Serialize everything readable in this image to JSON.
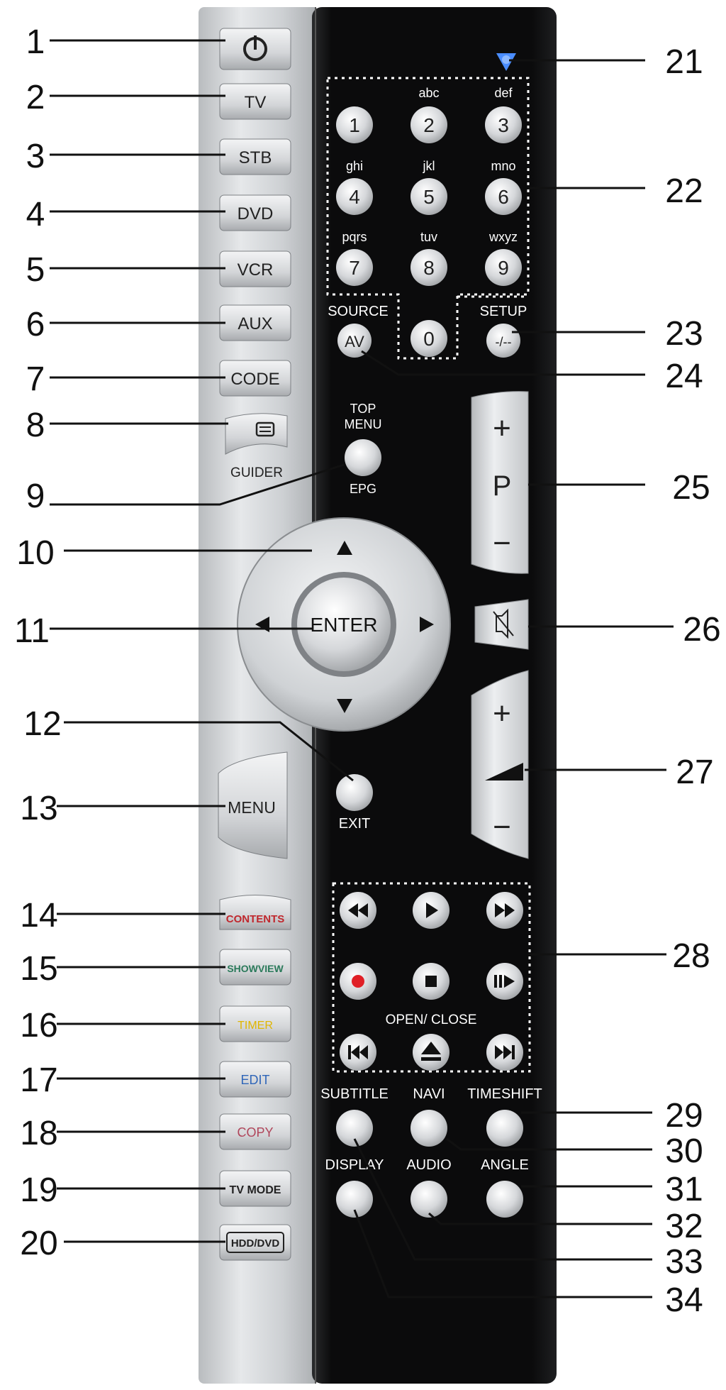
{
  "colors": {
    "body_black": "#0b0b0c",
    "silver": "#c6c9cc",
    "button_silver": "#d9dbdd",
    "ink": "#111111",
    "led_blue": "#4a8dff",
    "contents_red": "#c0272d",
    "showview_green": "#2a7a5a",
    "timer_yellow": "#e0b600",
    "edit_blue": "#2f66b8",
    "copy_pink": "#b0455a",
    "record_red": "#e01f26"
  },
  "callouts": [
    "1",
    "2",
    "3",
    "4",
    "5",
    "6",
    "7",
    "8",
    "9",
    "10",
    "11",
    "12",
    "13",
    "14",
    "15",
    "16",
    "17",
    "18",
    "19",
    "20",
    "21",
    "22",
    "23",
    "24",
    "25",
    "26",
    "27",
    "28",
    "29",
    "30",
    "31",
    "32",
    "33",
    "34"
  ],
  "left_buttons": {
    "tv": "TV",
    "stb": "STB",
    "dvd": "DVD",
    "vcr": "VCR",
    "aux": "AUX",
    "code": "CODE",
    "guider": "GUIDER",
    "menu": "MENU",
    "contents": "CONTENTS",
    "showview": "SHOWVIEW",
    "timer": "TIMER",
    "edit": "EDIT",
    "copy": "COPY",
    "tv_mode": "TV MODE",
    "hdd_dvd": "HDD/DVD"
  },
  "keypad": {
    "digits": [
      "1",
      "2",
      "3",
      "4",
      "5",
      "6",
      "7",
      "8",
      "9",
      "0"
    ],
    "letters": [
      "",
      "abc",
      "def",
      "ghi",
      "jkl",
      "mno",
      "pqrs",
      "tuv",
      "wxyz"
    ]
  },
  "labels": {
    "source": "SOURCE",
    "av": "AV",
    "setup": "SETUP",
    "dash": "-/--",
    "top_menu_1": "TOP",
    "top_menu_2": "MENU",
    "epg": "EPG",
    "enter": "ENTER",
    "exit": "EXIT",
    "plus": "+",
    "minus": "−",
    "p": "P",
    "open_close": "OPEN/ CLOSE",
    "subtitle": "SUBTITLE",
    "navi": "NAVI",
    "timeshift": "TIMESHIFT",
    "display": "DISPLAY",
    "audio": "AUDIO",
    "angle": "ANGLE"
  }
}
